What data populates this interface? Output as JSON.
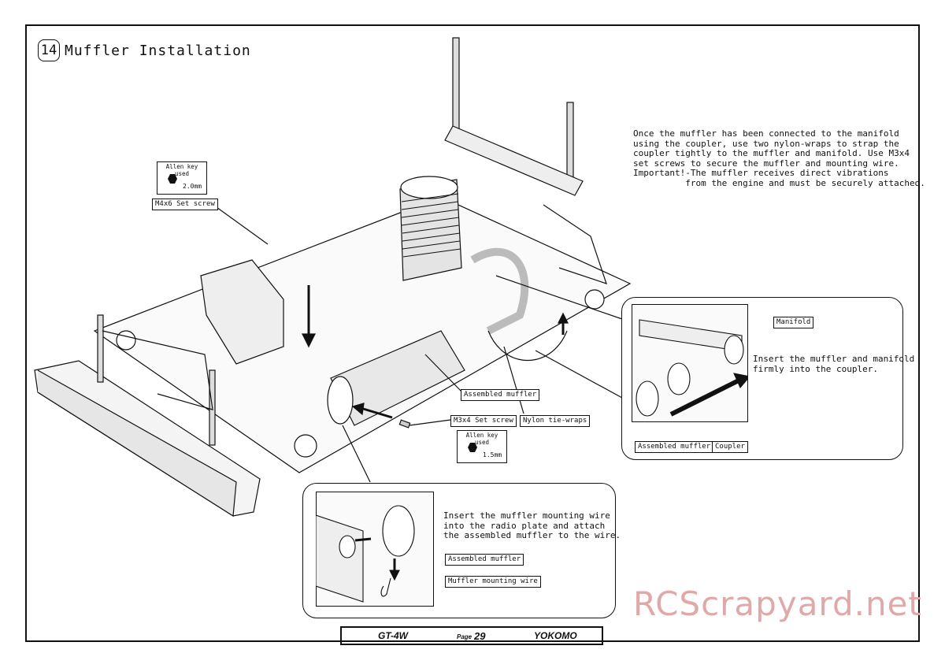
{
  "step": {
    "number": "14",
    "title": "Muffler Installation"
  },
  "instructions": {
    "main": "Once the muffler has been connected to the manifold\nusing the coupler, use two nylon-wraps to strap the\ncoupler tightly to the muffler and manifold. Use M3x4\nset screws to secure the muffler and mounting wire.\nImportant!-The muffler receives direct vibrations\n          from the engine and must be securely attached.",
    "coupler": "Insert the muffler and manifold\nfirmly into the coupler.",
    "wire": "Insert the muffler mounting wire\ninto the radio plate and attach\nthe assembled muffler to the wire."
  },
  "allen_keys": [
    {
      "title": "Allen key used",
      "size": "2.0mm"
    },
    {
      "title": "Allen key used",
      "size": "1.5mm"
    }
  ],
  "labels": {
    "m4x6": "M4x6 Set screw",
    "m3x4": "M3x4 Set screw",
    "assembled_muffler": "Assembled muffler",
    "nylon": "Nylon tie-wraps",
    "manifold": "Manifold",
    "coupler_assembled_muffler": "Assembled muffler",
    "coupler": "Coupler",
    "wire_assembled_muffler": "Assembled muffler",
    "mounting_wire": "Muffler mounting wire"
  },
  "footer": {
    "model": "GT-4W",
    "page_label": "Page",
    "page_number": "29",
    "brand": "YOKOMO"
  },
  "watermark": "RCScrapyard.net"
}
